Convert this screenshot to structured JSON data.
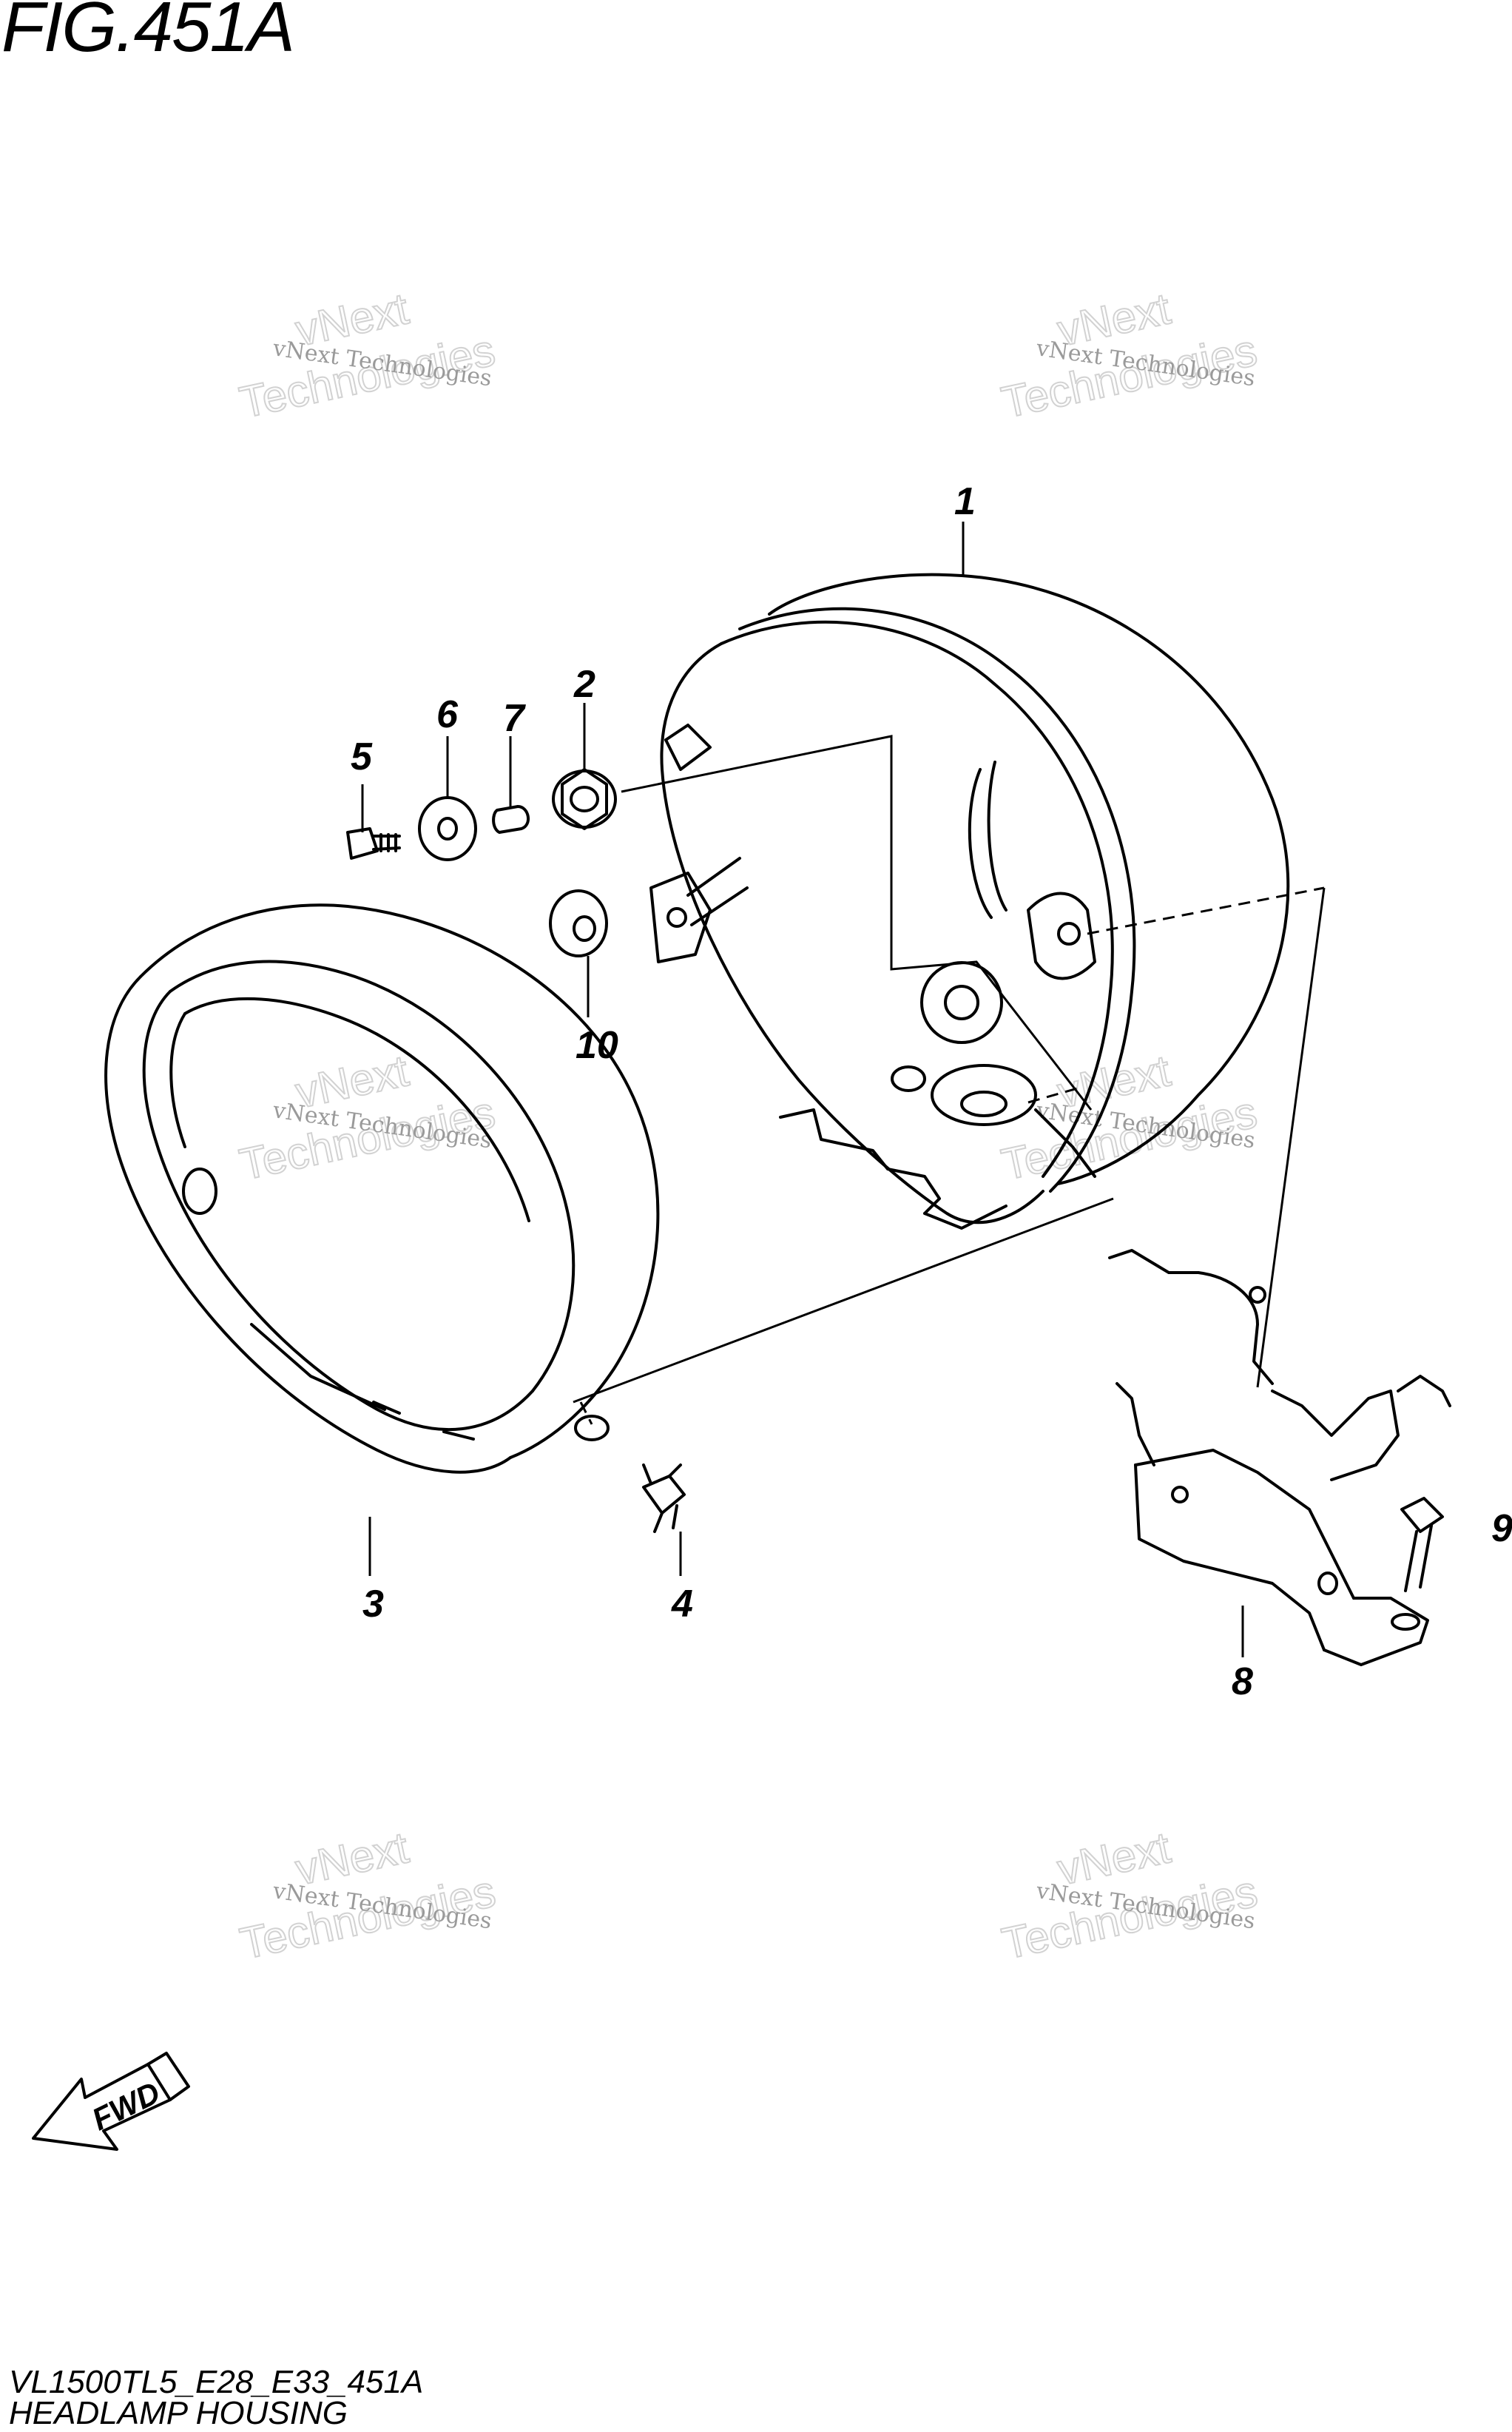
{
  "figure": {
    "title": "FIG.451A",
    "code": "VL1500TL5_E28_E33_451A",
    "caption": "HEADLAMP HOUSING"
  },
  "callouts": {
    "c1": "1",
    "c2": "2",
    "c3": "3",
    "c4": "4",
    "c5": "5",
    "c6": "6",
    "c7": "7",
    "c8": "8",
    "c9": "9",
    "c10": "10"
  },
  "direction_label": "FWD",
  "watermark": {
    "line_small": "vNext Technologies",
    "line_big_1": "vNext",
    "line_big_2": "Technologies"
  }
}
